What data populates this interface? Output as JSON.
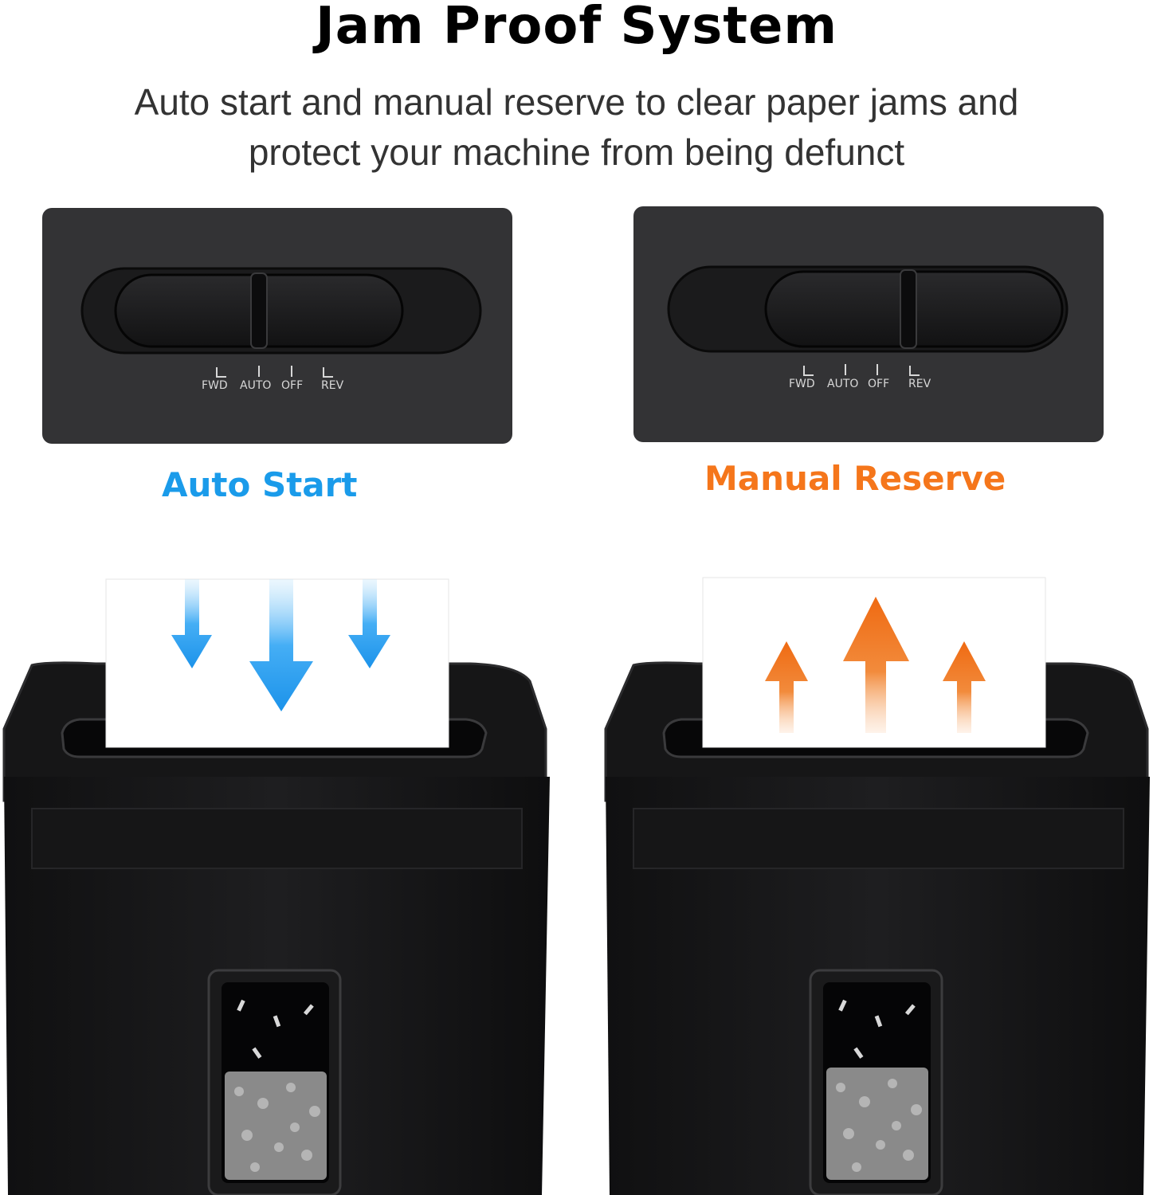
{
  "heading": {
    "title": "Jam Proof System",
    "subtitle_line1": "Auto start and manual reserve to clear paper jams and",
    "subtitle_line2": "protect your machine from being defunct"
  },
  "panels": [
    {
      "switch_labels": [
        "FWD",
        "AUTO",
        "OFF",
        "REV"
      ],
      "mode_label": "Auto Start",
      "mode_color": "#1a9bea",
      "arrow_direction": "down"
    },
    {
      "switch_labels": [
        "FWD",
        "AUTO",
        "OFF",
        "REV"
      ],
      "mode_label": "Manual Reserve",
      "mode_color": "#f5761b",
      "arrow_direction": "up"
    }
  ],
  "icons": [
    "down-arrow-icon",
    "up-arrow-icon"
  ]
}
